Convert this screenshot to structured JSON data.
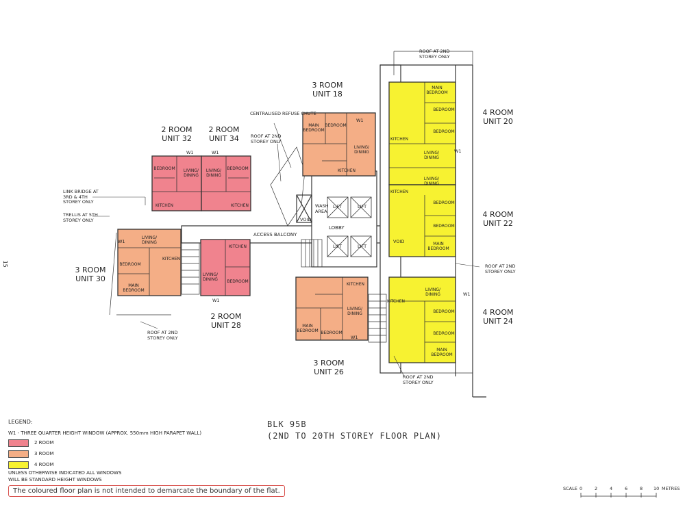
{
  "colors": {
    "room2": "#f0838e",
    "room3": "#f4ae86",
    "room4": "#f7f231",
    "wall": "#333333",
    "notice_border": "#d9534f"
  },
  "units": {
    "u18": {
      "type": "3 ROOM",
      "name": "UNIT 18"
    },
    "u20": {
      "type": "4 ROOM",
      "name": "UNIT 20"
    },
    "u22": {
      "type": "4 ROOM",
      "name": "UNIT 22"
    },
    "u24": {
      "type": "4 ROOM",
      "name": "UNIT 24"
    },
    "u26": {
      "type": "3 ROOM",
      "name": "UNIT 26"
    },
    "u28": {
      "type": "2 ROOM",
      "name": "UNIT 28"
    },
    "u30": {
      "type": "3 ROOM",
      "name": "UNIT 30"
    },
    "u32": {
      "type": "2 ROOM",
      "name": "UNIT 32"
    },
    "u34": {
      "type": "2 ROOM",
      "name": "UNIT 34"
    }
  },
  "notes": {
    "refuse": "CENTRALISED REFUSE CHUTE",
    "roof_line1": "ROOF AT 2ND",
    "roof_line2": "STOREY ONLY",
    "link_bridge1": "LINK BRIDGE AT",
    "link_bridge2": "3RD & 4TH",
    "link_bridge3": "STOREY ONLY",
    "trellis1": "TRELLIS AT 5TH",
    "trellis2": "STOREY ONLY",
    "access_balcony": "ACCESS BALCONY",
    "lobby": "LOBBY",
    "wash_area1": "WASH",
    "wash_area2": "AREA",
    "void": "VOID",
    "lift": "LIFT",
    "w1": "W1"
  },
  "rooms": {
    "bedroom": "BEDROOM",
    "main": "MAIN",
    "living": "LIVING/",
    "dining": "DINING",
    "kitchen": "KITCHEN"
  },
  "legend": {
    "title": "LEGEND:",
    "w1": "W1 - THREE QUARTER HEIGHT WINDOW (APPROX. 550mm HIGH PARAPET WALL)",
    "r2": "2 ROOM",
    "r3": "3 ROOM",
    "r4": "4 ROOM",
    "windows1": "UNLESS OTHERWISE INDICATED ALL WINDOWS",
    "windows2": "WILL BE STANDARD HEIGHT WINDOWS"
  },
  "notice": "The coloured floor plan is not intended to demarcate the boundary of the flat.",
  "block": {
    "name": "BLK 95B",
    "subtitle": "(2ND TO 20TH STOREY FLOOR PLAN)"
  },
  "scale": {
    "label": "SCALE",
    "ticks": [
      "0",
      "2",
      "4",
      "6",
      "8",
      "10"
    ],
    "unit": "METRES"
  },
  "page_number": "15"
}
